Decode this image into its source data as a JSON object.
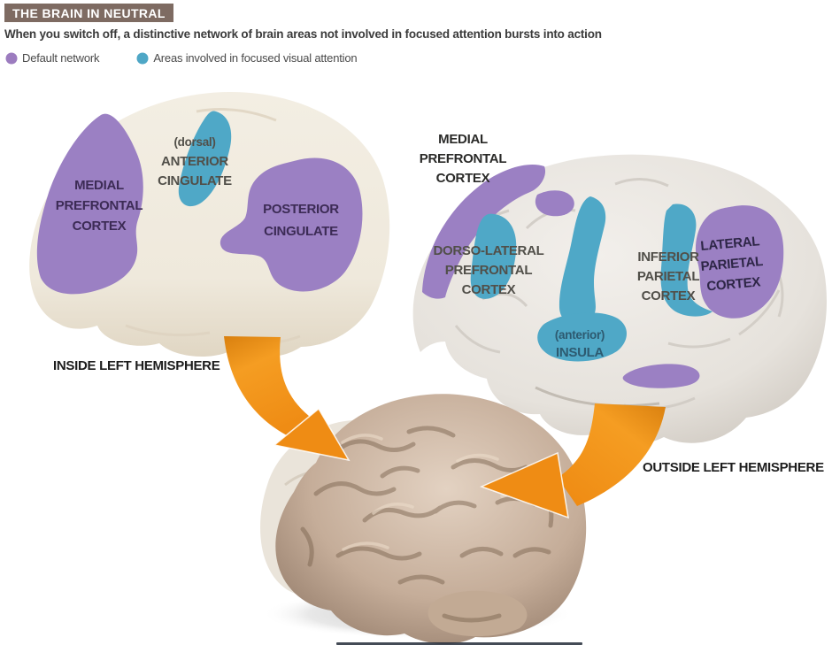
{
  "header": {
    "title": "THE BRAIN IN NEUTRAL",
    "subtitle": "When you switch off, a distinctive network of brain areas not involved in focused attention bursts into action"
  },
  "legend": [
    {
      "label": "Default network",
      "color": "#9c7cbf",
      "icon": "purple-dot"
    },
    {
      "label": "Areas involved in focused visual attention",
      "color": "#4fa7c6",
      "icon": "blue-dot"
    }
  ],
  "palette": {
    "title_bar": "#7e6b62",
    "default_network": "#9b80c3",
    "attention_network": "#4fa8c7",
    "arrow_orange": "#f0921d",
    "left_brain_body": "#efe9dc",
    "right_brain_body": "#e6e2dc"
  },
  "left_diagram": {
    "caption": "INSIDE LEFT HEMISPHERE",
    "regions": [
      {
        "name": "medial-prefrontal-cortex",
        "network": "default",
        "lines": [
          "MEDIAL",
          "PREFRONTAL",
          "CORTEX"
        ]
      },
      {
        "name": "dorsal-anterior-cingulate",
        "network": "attention",
        "lines": [
          "(dorsal)",
          "ANTERIOR",
          "CINGULATE"
        ]
      },
      {
        "name": "posterior-cingulate",
        "network": "default",
        "lines": [
          "POSTERIOR",
          "CINGULATE"
        ]
      }
    ]
  },
  "right_diagram": {
    "caption": "OUTSIDE LEFT HEMISPHERE",
    "regions": [
      {
        "name": "medial-prefrontal-cortex",
        "network": "default",
        "lines": [
          "MEDIAL",
          "PREFRONTAL",
          "CORTEX"
        ]
      },
      {
        "name": "dorso-lateral-prefrontal-cortex",
        "network": "attention",
        "lines": [
          "DORSO-LATERAL",
          "PREFRONTAL",
          "CORTEX"
        ]
      },
      {
        "name": "inferior-parietal-cortex",
        "network": "attention",
        "lines": [
          "INFERIOR",
          "PARIETAL",
          "CORTEX"
        ]
      },
      {
        "name": "lateral-parietal-cortex",
        "network": "default",
        "lines": [
          "LATERAL",
          "PARIETAL",
          "CORTEX"
        ]
      },
      {
        "name": "anterior-insula",
        "network": "attention",
        "lines": [
          "(anterior)",
          "INSULA"
        ]
      }
    ]
  }
}
